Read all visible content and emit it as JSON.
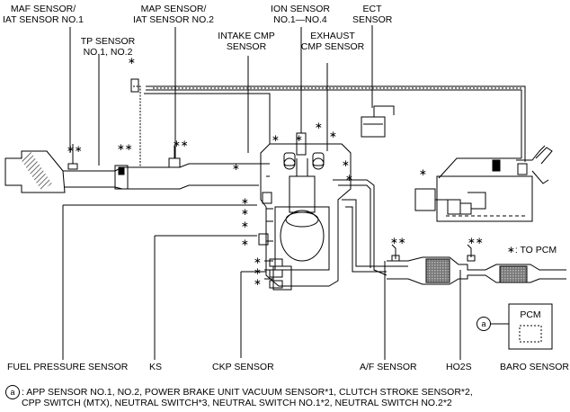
{
  "labels": {
    "maf_sensor": [
      "MAF SENSOR/",
      "IAT SENSOR NO.1"
    ],
    "tp_sensor": [
      "TP SENSOR",
      "NO.1, NO.2"
    ],
    "map_sensor": [
      "MAP SENSOR/",
      "IAT SENSOR NO.2"
    ],
    "intake_cmp": [
      "INTAKE CMP",
      "SENSOR"
    ],
    "ion_sensor": [
      "ION SENSOR",
      "NO.1—NO.4"
    ],
    "exhaust_cmp": [
      "EXHAUST",
      "CMP SENSOR"
    ],
    "ect_sensor": [
      "ECT",
      "SENSOR"
    ],
    "to_pcm": ": TO PCM",
    "pcm": "PCM",
    "fuel_pressure_sensor": "FUEL PRESSURE SENSOR",
    "ks": "KS",
    "ckp_sensor": "CKP SENSOR",
    "af_sensor": "A/F SENSOR",
    "ho2s": "HO2S",
    "baro_sensor": "BARO SENSOR"
  },
  "markers": {
    "circle_a": "a",
    "asterisk": "∗",
    "double_asterisk": "∗∗"
  },
  "footnote": {
    "line1": ": APP SENSOR NO.1, NO.2, POWER BRAKE UNIT VACUUM SENSOR*1, CLUTCH STROKE SENSOR*2,",
    "line2": "CPP SWITCH (MTX), NEUTRAL SWITCH*3, NEUTRAL SWITCH NO.1*2, NEUTRAL SWITCH NO.2*2"
  }
}
